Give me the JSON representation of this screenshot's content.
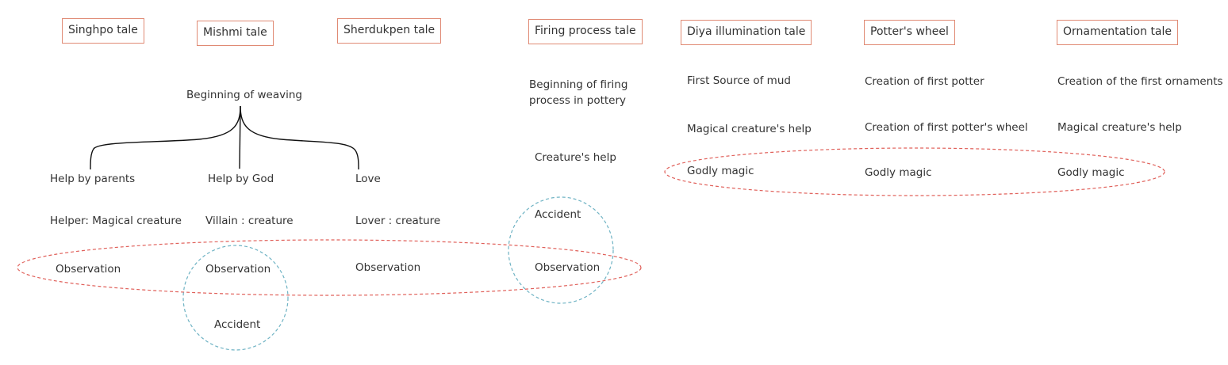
{
  "headers": {
    "singhpo": "Singhpo tale",
    "mishmi": "Mishmi tale",
    "sherdukpen": "Sherdukpen tale",
    "firing": "Firing process tale",
    "diya": "Diya illumination tale",
    "potters_wheel": "Potter's wheel",
    "ornamentation": "Ornamentation tale"
  },
  "weaving": {
    "root": "Beginning of weaving",
    "branch_parents": "Help by parents",
    "branch_god": "Help by God",
    "branch_love": "Love",
    "singhpo_helper": "Helper: Magical creature",
    "mishmi_villain": "Villain : creature",
    "sherdukpen_lover": "Lover : creature",
    "singhpo_observation": "Observation",
    "mishmi_observation": "Observation",
    "sherdukpen_observation": "Observation",
    "mishmi_accident": "Accident"
  },
  "firing": {
    "line1": "Beginning of firing",
    "line2": "process in pottery",
    "help": "Creature's help",
    "accident": "Accident",
    "observation": "Observation"
  },
  "diya": {
    "source": "First Source of mud",
    "help": "Magical creature's help",
    "magic": "Godly magic"
  },
  "potters_wheel": {
    "first_potter": "Creation of first potter",
    "first_wheel": "Creation of first potter's wheel",
    "magic": "Godly magic"
  },
  "ornamentation": {
    "first": "Creation of the first ornaments",
    "help": "Magical creature's help",
    "magic": "Godly magic"
  },
  "colors": {
    "header_border": "#e08a74",
    "red_dashed": "#e0605a",
    "blue_dashed": "#6fb3c4",
    "text": "#333333",
    "tree_line": "#111111"
  }
}
